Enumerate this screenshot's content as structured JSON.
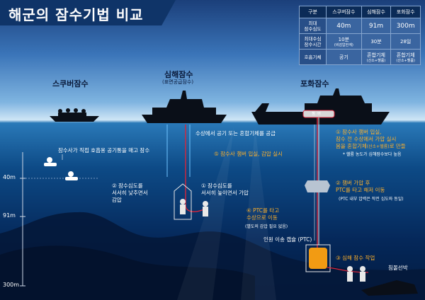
{
  "title": "해군의 잠수기법 비교",
  "table": {
    "headers": [
      "구분",
      "스쿠버잠수",
      "심해잠수",
      "포화잠수"
    ],
    "rows": [
      {
        "label": "최대\n잠수심도",
        "values": [
          "40m",
          "91m",
          "300m"
        ]
      },
      {
        "label": "최대수심\n잠수시간",
        "values": [
          "10분",
          "30분",
          "28일"
        ],
        "sub": [
          "(비감압한계)",
          "",
          ""
        ]
      },
      {
        "label": "호흡기체",
        "values": [
          "공기",
          "혼합기체",
          "혼합기체"
        ],
        "sub": [
          "",
          "(산소+헬륨)",
          "(산소+헬륨)"
        ]
      }
    ]
  },
  "sections": {
    "scuba": "스쿠버잠수",
    "deep": "심해잠수",
    "deep_sub": "(표면공급잠수)",
    "saturation": "포화잠수"
  },
  "notes": {
    "scuba_note": "잠수사가 직접 호흡용 공기통을 매고 잠수",
    "supply": "수상에서 공기 또는 혼합기체를 공급",
    "step5": "⑤ 잠수사 챔버 입실, 감압 실시",
    "step2_left": [
      "② 잠수심도를",
      "서서히 낮추면서",
      "감압"
    ],
    "step1_deep": [
      "① 잠수심도를",
      "서서히 높이면서 가압"
    ],
    "sat1": [
      "① 잠수사 챔버 입실,",
      "잠수 전 수상에서 가압 실시",
      "몸을 혼합기체"
    ],
    "sat1_tail": "(산소+헬륨)",
    "sat1_end": "로 만들",
    "helium": "* 헬륨 농도가 심해잠수보다 높음",
    "sat2": [
      "② 챔버 가압 후",
      "PTC를 타고 해저 이동"
    ],
    "sat2_sub": "(PTC 내부 압력은 작전 심도와 동일)",
    "step4": [
      "④ PTC를 타고",
      "수상으로 이동"
    ],
    "step4_sub": "(별도의 감압 필요 없음)",
    "ptc": "인원 이송 캡슐 (PTC)",
    "step3": "③ 심해 잠수 작업",
    "wreck": "침몰선박",
    "chamber": "챔 버"
  },
  "depths": [
    "40m",
    "91m",
    "300m"
  ],
  "colors": {
    "title_bg": "#0f3468",
    "accent": "#ffb12a",
    "line": "#d8253b"
  }
}
